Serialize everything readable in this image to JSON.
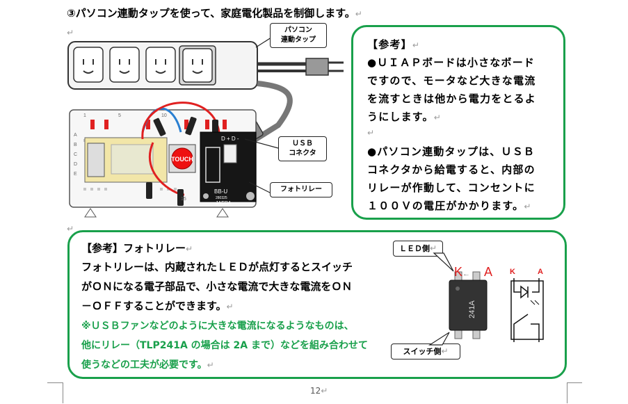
{
  "heading": "③パソコン連動タップを使って、家庭電化製品を制御します。",
  "return_mark": "↵",
  "para_mark": "↵",
  "figure": {
    "callout_tap": [
      "パソコン",
      "連動タップ"
    ],
    "callout_usb": [
      "ＵＳＢ",
      "コネクタ"
    ],
    "callout_relay": "フォトリレー",
    "touch_label": "TOUCH",
    "board_label": "BB-U",
    "board_code": "280325",
    "board_maker": "JAERA",
    "row_numbers": [
      "1",
      "5",
      "10",
      "15"
    ],
    "row_letters": [
      "A",
      "B",
      "C",
      "D",
      "E"
    ],
    "connector_label": "D + D -"
  },
  "reference": {
    "title": "【参考】",
    "lines": [
      "●ＵＩＡＰボードは小さなボード",
      "ですので、モータなど大きな電流",
      "を流すときは他から電力をとるよ",
      "うにします。",
      "",
      "●パソコン連動タップは、ＵＳＢ",
      "コネクタから給電すると、内部の",
      "リレーが作動して、コンセントに",
      "１００Ｖの電圧がかかります。"
    ]
  },
  "photorelay": {
    "title": "【参考】フォトリレー",
    "lines": [
      "フォトリレーは、内蔵されたＬＥＤが点灯するとスイッチ",
      "がＯＮになる電子部品で、小さな電流で大きな電流をＯＮ",
      "－ＯＦＦすることができます。"
    ],
    "note_lines": [
      "※ＵＳＢファンなどのように大きな電流になるようなものは、",
      "他にリレー（TLP241A の場合は 2A まで）などを組み合わせて",
      "使うなどの工夫が必要です。"
    ],
    "callout_led": "ＬＥＤ側",
    "callout_switch": "スイッチ側",
    "pin_k": "K",
    "arrow": "←",
    "pin_a": "A",
    "chip_text": "241A",
    "symbol_k": "K",
    "symbol_a": "A"
  },
  "page_number": "12"
}
